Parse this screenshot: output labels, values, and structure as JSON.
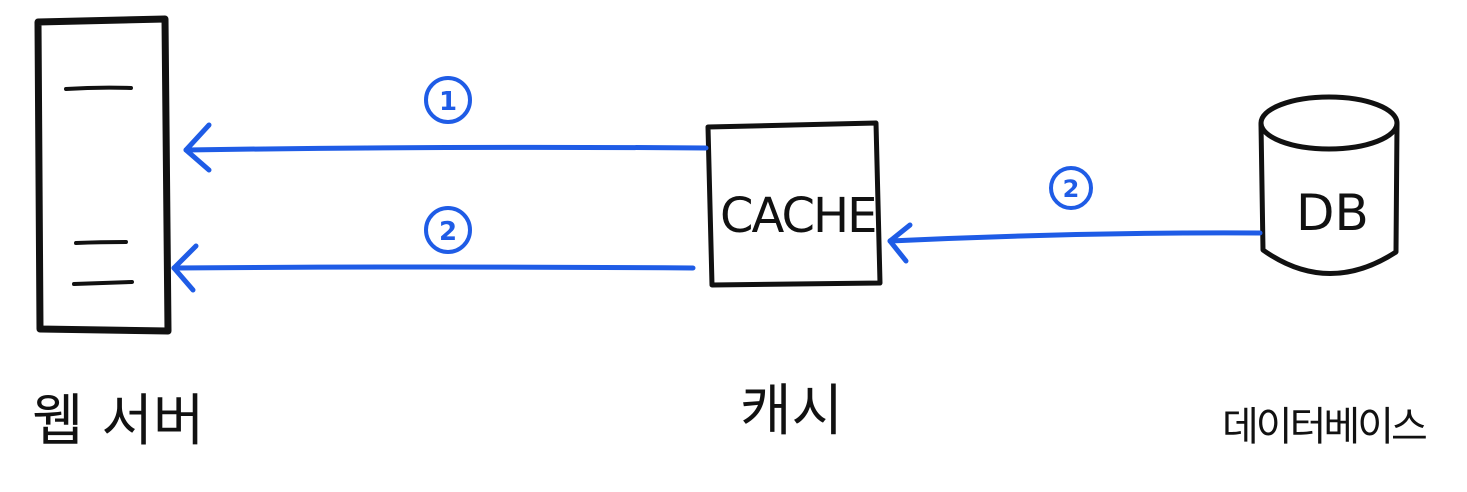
{
  "nodes": {
    "web_server": {
      "caption": "웹 서버"
    },
    "cache": {
      "box_label": "CACHE",
      "caption": "캐시"
    },
    "database": {
      "box_label": "DB",
      "caption": "데이터베이스"
    }
  },
  "arrows": [
    {
      "from": "cache",
      "to": "web_server",
      "step": "1"
    },
    {
      "from": "cache",
      "to": "web_server",
      "step": "2"
    },
    {
      "from": "database",
      "to": "cache",
      "step": "2"
    }
  ],
  "colors": {
    "ink": "#111111",
    "arrow": "#1f5ce6",
    "background": "#ffffff"
  }
}
